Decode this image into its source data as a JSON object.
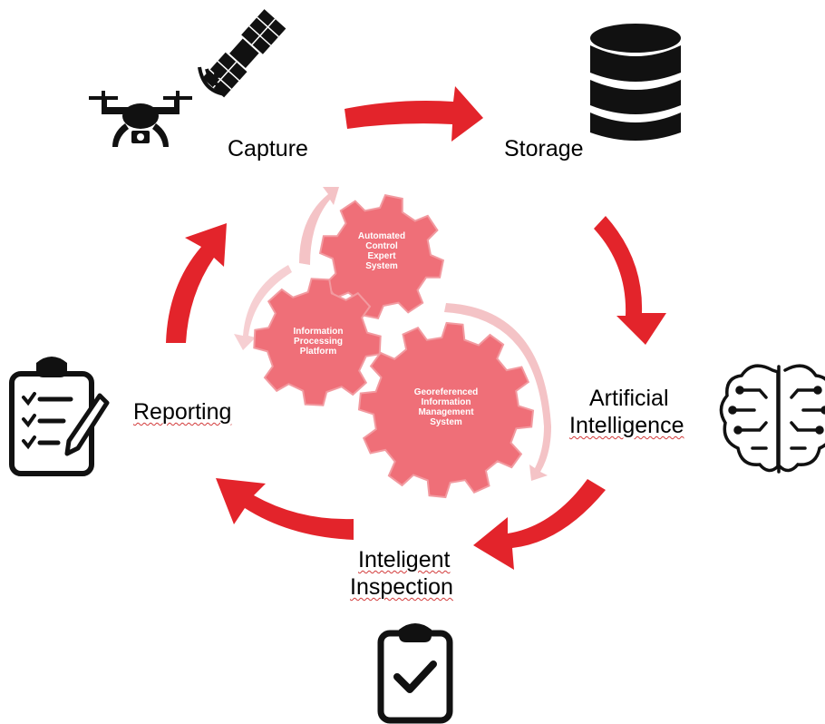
{
  "stages": {
    "capture": "Capture",
    "storage": "Storage",
    "ai_line1": "Artificial",
    "ai_line2": "Intelligence",
    "inspection_line1": "Inteligent",
    "inspection_line2": "Inspection",
    "reporting": "Reporting"
  },
  "gears": {
    "automated": "Automated\nControl\nExpert\nSystem",
    "information": "Information\nProcessing\nPlatform",
    "georeferenced": "Georeferenced\nInformation\nManagement\nSystem"
  },
  "icons": {
    "capture": [
      "drone-icon",
      "satellite-icon"
    ],
    "storage": "database-icon",
    "ai": "brain-circuit-icon",
    "inspection": "clipboard-check-icon",
    "reporting": "clipboard-checklist-pencil-icon"
  },
  "colors": {
    "cycle_arrow": "#e3242b",
    "gear_fill": "#ef6f78",
    "gear_stroke": "#f29aa0",
    "inner_arrow": "#f4c3c6",
    "label_text": "#000000",
    "gear_text": "#ffffff"
  }
}
